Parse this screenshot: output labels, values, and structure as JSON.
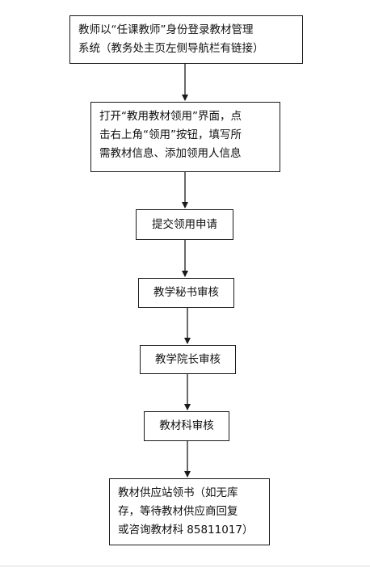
{
  "flow": {
    "steps": [
      {
        "lines": [
          "教师以“任课教师”身份登录教材管理",
          "系统（教务处主页左侧导航栏有链接）"
        ]
      },
      {
        "lines": [
          "打开“教用教材领用”界面，点",
          "击右上角“领用”按钮，填写所",
          "需教材信息、添加领用人信息"
        ]
      },
      {
        "lines": [
          "提交领用申请"
        ]
      },
      {
        "lines": [
          "教学秘书审核"
        ]
      },
      {
        "lines": [
          "教学院长审核"
        ]
      },
      {
        "lines": [
          "教材科审核"
        ]
      },
      {
        "lines": [
          "教材供应站领书（如无库",
          "存，等待教材供应商回复",
          "或咨询教材科 85811017）"
        ]
      }
    ]
  }
}
